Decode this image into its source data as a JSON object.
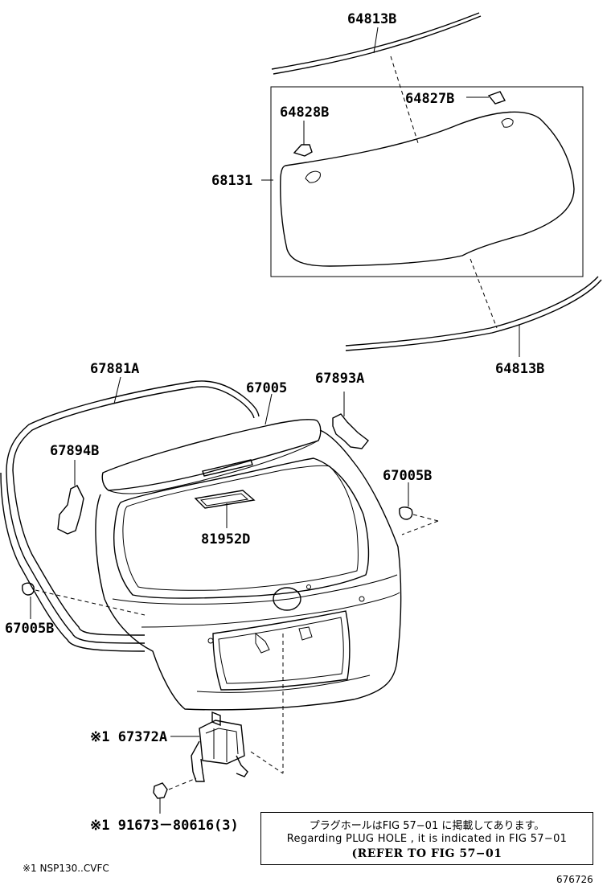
{
  "parts": {
    "molding_upper": "64813B",
    "clip_right": "64827B",
    "clip_left": "64828B",
    "back_glass": "68131",
    "molding_lower": "64813B",
    "weatherstrip": "67881A",
    "back_door_panel": "67005",
    "stopper_right": "67893A",
    "stopper_left": "67894B",
    "cushion_right": "67005B",
    "plug": "81952D",
    "cushion_left": "67005B",
    "damper": "※1 67372A",
    "bolt": "※1 91673－80616(3)"
  },
  "note": {
    "japanese": "プラグホールはFIG 57−01 に掲載してあります。",
    "english": "Regarding PLUG HOLE , it is indicated in FIG 57−01",
    "refer": "(REFER TO FIG 57−01"
  },
  "footnote": "※1 NSP130..CVFC",
  "figure_number": "676726"
}
